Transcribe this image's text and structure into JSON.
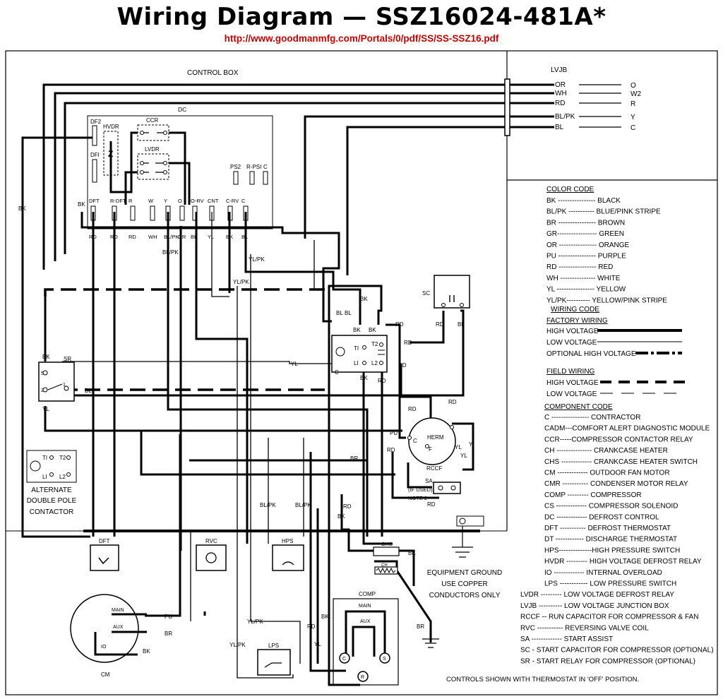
{
  "header": {
    "title": "Wiring Diagram —   SSZ16024-481A*",
    "url": "http://www.goodmanmfg.com/Portals/0/pdf/SS/SS-SSZ16.pdf"
  },
  "control_box": {
    "label": "CONTROL BOX",
    "dc_label": "DC",
    "relays": [
      "DF2",
      "HVDR",
      "CCR",
      "DFI",
      "LVDR"
    ],
    "top_pins": [
      "PS2",
      "R-PSI",
      "C"
    ],
    "terminals": [
      "DFT",
      "R-DFT",
      "R",
      "W",
      "Y",
      "O",
      "O-RV",
      "CNT",
      "C-RV",
      "C"
    ],
    "terminal_wires": [
      "RD",
      "RD",
      "RD",
      "WH",
      "BL/PK",
      "OR",
      "BK",
      "YL",
      "BK",
      "BL"
    ]
  },
  "lvjb": {
    "label": "LVJB",
    "wires": [
      {
        "wire": "OR",
        "terminal": "O"
      },
      {
        "wire": "WH",
        "terminal": "W2"
      },
      {
        "wire": "RD",
        "terminal": "R"
      },
      {
        "wire": "BL/PK",
        "terminal": "Y"
      },
      {
        "wire": "BL",
        "terminal": "C"
      }
    ]
  },
  "wire_labels": {
    "bk": "BK",
    "bl": "BL",
    "rd": "RD",
    "yl": "YL",
    "ylpk": "YL/PK",
    "blpk": "BL/PK",
    "br": "BR",
    "pu": "PU",
    "y": "Y",
    "r": "R",
    "c": "C",
    "f": "F",
    "s": "S"
  },
  "components": {
    "sr": "SR",
    "sc": "SC",
    "contactor": "C",
    "herm": "HERM",
    "rccf": "RCCF",
    "sa": "SA",
    "sa_note1": "(IF USED)",
    "sa_note2": "NOTE 2",
    "dft": "DFT",
    "rvc": "RVC",
    "hps": "HPS",
    "lps": "LPS",
    "chs": "CHS",
    "ch": "CH",
    "comp": "COMP",
    "main": "MAIN",
    "aux": "AUX",
    "io": "IO",
    "cm": "CM",
    "t1": "TI",
    "t2": "T2",
    "l1": "LI",
    "l2": "L2"
  },
  "alternate": {
    "line1": "ALTERNATE",
    "line2": "DOUBLE POLE",
    "line3": "CONTACTOR"
  },
  "ground": {
    "line1": "EQUIPMENT GROUND",
    "line2": "USE COPPER",
    "line3": "CONDUCTORS ONLY"
  },
  "footer_note": "CONTROLS SHOWN WITH THERMOSTAT IN 'OFF' POSITION.",
  "color_code": {
    "heading": "COLOR CODE",
    "items": [
      "BK ---------------- BLACK",
      "BL/PK ----------- BLUE/PINK STRIPE",
      "BR ---------------- BROWN",
      "GR----------------- GREEN",
      "OR ---------------- ORANGE",
      "PU ---------------- PURPLE",
      "RD ---------------- RED",
      "WH --------------- WHITE",
      "YL ---------------- YELLOW",
      "YL/PK---------- YELLOW/PINK STRIPE"
    ]
  },
  "wiring_code": {
    "heading": "WIRING CODE",
    "factory": "FACTORY WIRING",
    "high": "HIGH VOLTAGE",
    "low": "LOW VOLTAGE",
    "optional": "OPTIONAL HIGH VOLTAGE",
    "field": "FIELD WIRING",
    "field_high": "HIGH VOLTAGE",
    "field_low": "LOW VOLTAGE"
  },
  "component_code": {
    "heading": "COMPONENT CODE",
    "items": [
      "C ---------------- CONTRACTOR",
      "CADM---COMFORT ALERT DIAGNOSTIC MODULE",
      "CCR-----COMPRESSOR CONTACTOR RELAY",
      "CH --------------- CRANKCASE HEATER",
      "CHS ------------- CRANKCASE HEATER SWITCH",
      "CM ------------- OUTDOOR FAN MOTOR",
      "CMR ----------- CONDENSER MOTOR RELAY",
      "COMP --------- COMPRESSOR",
      "CS ------------- COMPRESSOR SOLENOID",
      "DC ------------- DEFROST CONTROL",
      "DFT ----------- DEFROST THERMOSTAT",
      "DT ------------ DISCHARGE THERMOSTAT",
      "HPS--------------HIGH PRESSURE SWITCH",
      "HVDR --------- HIGH VOLTAGE DEFROST RELAY",
      "IO ------------- INTERNAL OVERLOAD",
      "LPS ------------ LOW PRESSURE SWITCH",
      "LVDR --------- LOW VOLTAGE DEFROST RELAY",
      "LVJB ---------- LOW VOLTAGE JUNCTION BOX",
      "RCCF -- RUN CAPACITOR FOR COMPRESSOR & FAN",
      "RVC ----------- REVERSING VALVE COIL",
      "SA ------------- START ASSIST",
      "SC - START CAPACITOR FOR COMPRESSOR (OPTIONAL)",
      "SR - START RELAY FOR COMPRESSOR (OPTIONAL)"
    ]
  }
}
